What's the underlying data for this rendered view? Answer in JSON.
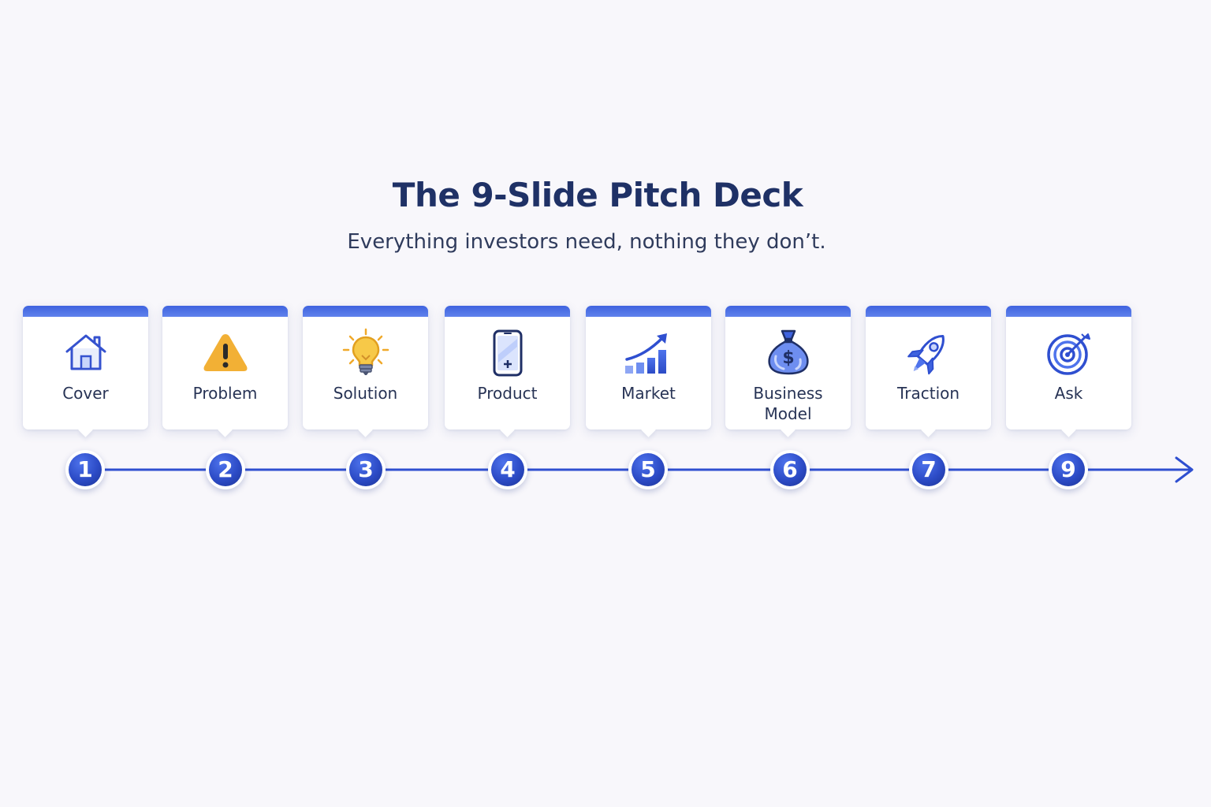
{
  "title": "The 9-Slide Pitch Deck",
  "subtitle": "Everything investors need, nothing they don’t.",
  "steps": [
    {
      "label": "Cover",
      "number": "1",
      "icon": "house-icon"
    },
    {
      "label": "Problem",
      "number": "2",
      "icon": "warning-icon"
    },
    {
      "label": "Solution",
      "number": "3",
      "icon": "lightbulb-icon"
    },
    {
      "label": "Product",
      "number": "4",
      "icon": "smartphone-icon"
    },
    {
      "label": "Market",
      "number": "5",
      "icon": "growth-chart-icon"
    },
    {
      "label": "Business\nModel",
      "number": "6",
      "icon": "money-bag-icon"
    },
    {
      "label": "Traction",
      "number": "7",
      "icon": "rocket-icon"
    },
    {
      "label": "Ask",
      "number": "9",
      "icon": "target-icon"
    }
  ],
  "colors": {
    "accent": "#2f4fd0",
    "title": "#1f3166",
    "warning": "#f2b035",
    "bulb": "#f7c948"
  }
}
